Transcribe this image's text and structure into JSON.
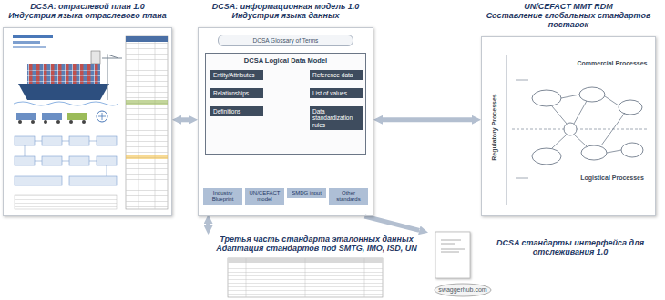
{
  "diagram": {
    "nodes": [
      {
        "text": [
          "DCSA: отраслевой план 1.0",
          "Индустрия языка отраслевого плана"
        ]
      },
      {
        "text": [
          "DCSA: информационная модель 1.0",
          "Индустрия языка данных"
        ]
      },
      {
        "text": [
          "DCSA Glossary of Terms"
        ],
        "in": 1
      },
      {
        "text": [
          "DCSA Logical Data Model"
        ],
        "in": 1
      },
      {
        "text": [
          "Entity/Attributes"
        ],
        "in": 3
      },
      {
        "text": [
          "Relationships"
        ],
        "in": 3
      },
      {
        "text": [
          "Definitions"
        ],
        "in": 3
      },
      {
        "text": [
          "Reference data"
        ],
        "in": 3
      },
      {
        "text": [
          "List of values"
        ],
        "in": 3
      },
      {
        "text": [
          "Data standardization rules"
        ],
        "in": 3
      },
      {
        "text": [
          "Industry Blueprint"
        ],
        "in": 1
      },
      {
        "text": [
          "UN/CEFACT model"
        ],
        "in": 1
      },
      {
        "text": [
          "SMDG input"
        ],
        "in": 1
      },
      {
        "text": [
          "Other standards"
        ],
        "in": 1
      },
      {
        "text": [
          "UN/CEFACT MMT RDM",
          "Составление глобальных стандартов поставок"
        ]
      },
      {
        "text": [
          "Третья часть стандарта эталонных данных",
          "Адаптация стандартов под SMTG, IMO, ISD, UN"
        ]
      },
      {
        "text": [
          "DCSA стандарты интерфейса для отслеживания 1.0"
        ]
      },
      {
        "text": [
          "swaggerhub.com"
        ]
      }
    ],
    "edges": [
      {
        "from": 0,
        "to": 1,
        "arrow": "both"
      },
      {
        "from": 1,
        "to": 14,
        "arrow": "both"
      },
      {
        "from": 1,
        "to": 15,
        "arrow": "both"
      },
      {
        "from": 1,
        "to": 16,
        "arrow": "to"
      }
    ],
    "labels": [
      "Commercial Processes",
      "Regulatory Processes",
      "Logistical Processes"
    ]
  }
}
